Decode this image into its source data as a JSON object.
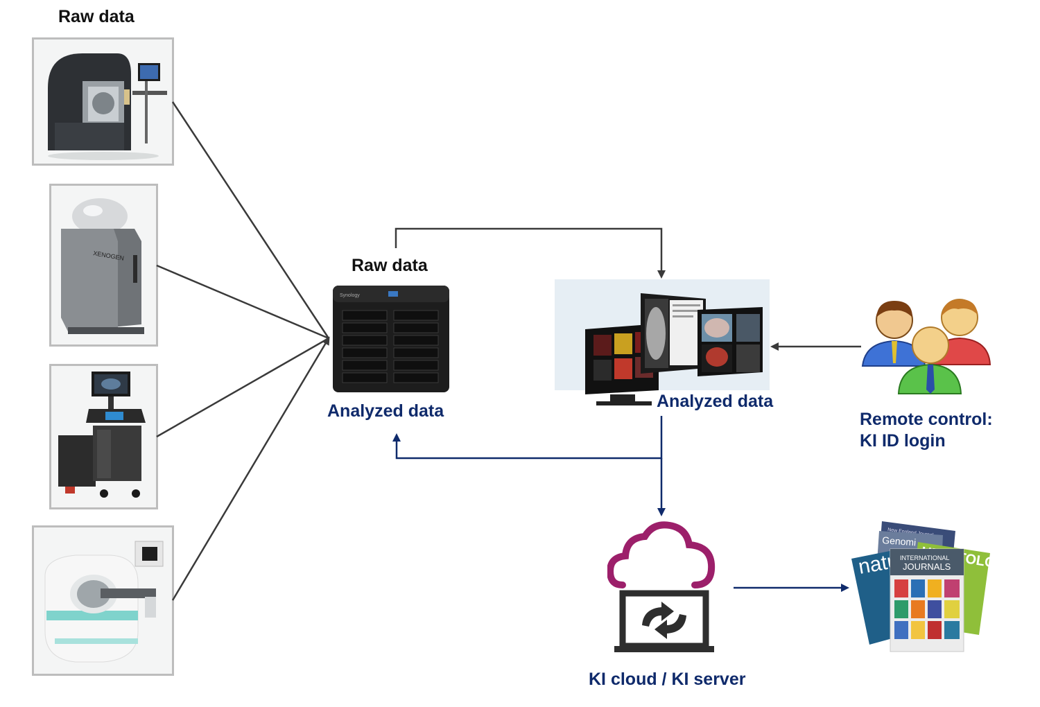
{
  "labels": {
    "raw_data_top": "Raw data",
    "raw_data_nas": "Raw data",
    "analyzed_data_nas": "Analyzed data",
    "analyzed_data_ws": "Analyzed data",
    "remote_control_line1": "Remote control:",
    "remote_control_line2": "KI ID login",
    "cloud": "KI cloud / KI server"
  },
  "nas_brand": "Synology",
  "instrument_brand": "XENOGEN",
  "journals": {
    "back_title": "New England Journal",
    "genome": "Genomi",
    "hepatology": "HEPATOLOGY",
    "nature": "natu",
    "intl_line1": "INTERNATIONAL",
    "intl_line2": "JOURNALS"
  },
  "colors": {
    "navy": "#0f2a6b",
    "connector": "#3a3a3a",
    "cloud": "#9c1f6a",
    "frame": "#bdbdbd"
  }
}
